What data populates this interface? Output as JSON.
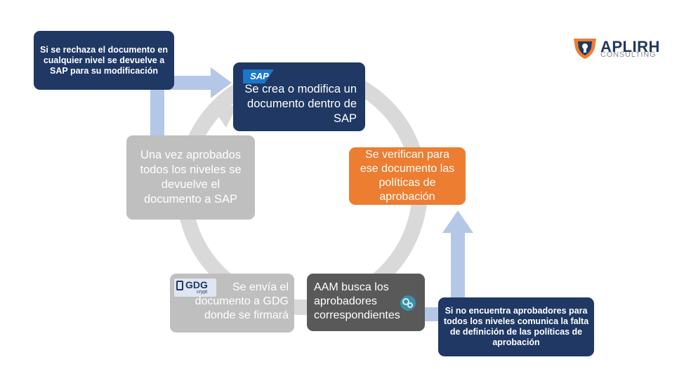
{
  "logo": {
    "main": "APLIRH",
    "sub": "CONSULTING"
  },
  "steps": {
    "create": {
      "badge": "SAP",
      "text": "Se crea o modifica un documento dentro de SAP"
    },
    "verify": {
      "text": "Se verifican para ese documento las políticas de aprobación"
    },
    "search": {
      "text": "AAM busca los aprobadores correspondientes"
    },
    "send": {
      "badge_main": "GDG",
      "badge_sub": "crypt",
      "text": "Se envía el documento a GDG donde se firmará"
    },
    "return": {
      "text": "Una vez aprobados todos los niveles se devuelve el documento a SAP"
    }
  },
  "notes": {
    "rejected": "Si se rechaza el documento en cualquier nivel se devuelve a SAP para su modificación",
    "no_approvers": "Si no encuentra aprobadores para todos los niveles comunica la falta de definición de las políticas de aprobación"
  },
  "colors": {
    "navy": "#1f3864",
    "orange": "#ed7d31",
    "grey": "#bfbfbf",
    "dark": "#595959",
    "arrow_blue": "#b4c7e7",
    "ring": "#d9d9d9"
  }
}
